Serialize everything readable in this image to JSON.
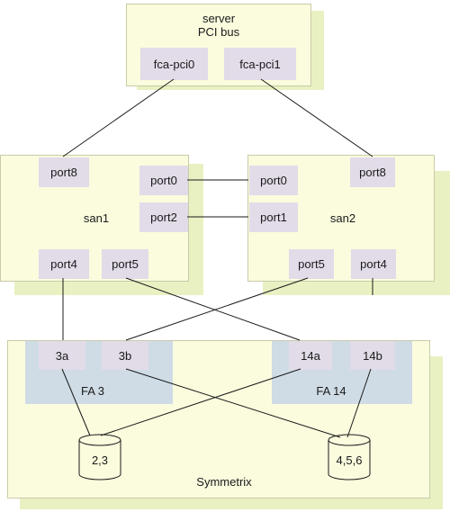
{
  "server": {
    "title_line1": "server",
    "title_line2": "PCI bus",
    "ports": [
      "fca-pci0",
      "fca-pci1"
    ]
  },
  "san1": {
    "label": "san1",
    "ports": {
      "p8": "port8",
      "p0": "port0",
      "p2": "port2",
      "p4": "port4",
      "p5": "port5"
    }
  },
  "san2": {
    "label": "san2",
    "ports": {
      "p0": "port0",
      "p8": "port8",
      "p1": "port1",
      "p5": "port5",
      "p4": "port4"
    }
  },
  "symmetrix": {
    "label": "Symmetrix",
    "fa3": {
      "label": "FA 3",
      "ports": [
        "3a",
        "3b"
      ]
    },
    "fa14": {
      "label": "FA 14",
      "ports": [
        "14a",
        "14b"
      ]
    },
    "disks": [
      "2,3",
      "4,5,6"
    ]
  },
  "colors": {
    "box_fill": "#fbfbde",
    "box_shadow": "#e9f1c2",
    "port_fill": "#e2dbe8",
    "fa_fill": "#cfdce6",
    "line": "#1a1a1a"
  }
}
